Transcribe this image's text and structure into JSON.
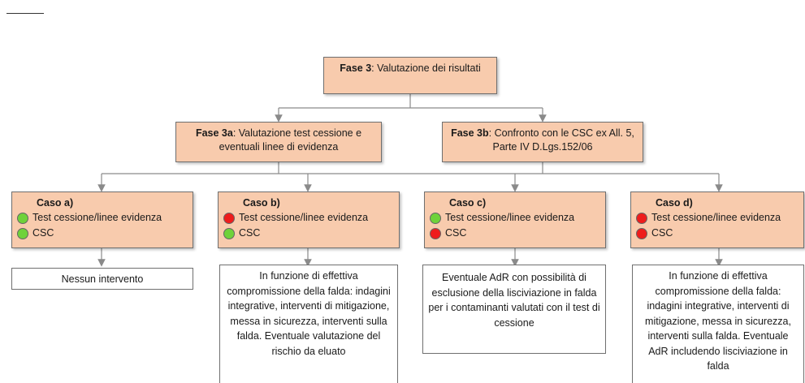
{
  "colors": {
    "box_fill": "#f8cbad",
    "green": "#6fd23a",
    "red": "#ee1c1c",
    "arrow": "#8a8a8a"
  },
  "fase3": {
    "bold": "Fase 3",
    "text": ": Valutazione dei risultati"
  },
  "fase3a": {
    "bold": "Fase 3a",
    "text": ": Valutazione test cessione e eventuali linee di evidenza"
  },
  "fase3b": {
    "bold": "Fase 3b",
    "text": ": Confronto con le CSC ex All. 5, Parte IV D.Lgs.152/06"
  },
  "cases": [
    {
      "title": "Caso a)",
      "test_label": "Test cessione/linee evidenza",
      "test_status": "green",
      "csc_label": "CSC",
      "csc_status": "green",
      "outcome": "Nessun intervento"
    },
    {
      "title": "Caso b)",
      "test_label": "Test cessione/linee evidenza",
      "test_status": "red",
      "csc_label": "CSC",
      "csc_status": "green",
      "outcome": "In funzione di effettiva compromissione della falda: indagini integrative, interventi di mitigazione, messa in sicurezza, interventi sulla falda. Eventuale valutazione del rischio da eluato"
    },
    {
      "title": "Caso c)",
      "test_label": "Test cessione/linee evidenza",
      "test_status": "green",
      "csc_label": "CSC",
      "csc_status": "red",
      "outcome": "Eventuale AdR con possibilità di esclusione della lisciviazione in falda per i contaminanti valutati con il test di cessione"
    },
    {
      "title": "Caso d)",
      "test_label": "Test cessione/linee evidenza",
      "test_status": "red",
      "csc_label": "CSC",
      "csc_status": "red",
      "outcome": "In funzione di effettiva compromissione della falda: indagini integrative, interventi di mitigazione, messa in sicurezza, interventi sulla falda. Eventuale AdR includendo lisciviazione in falda"
    }
  ]
}
